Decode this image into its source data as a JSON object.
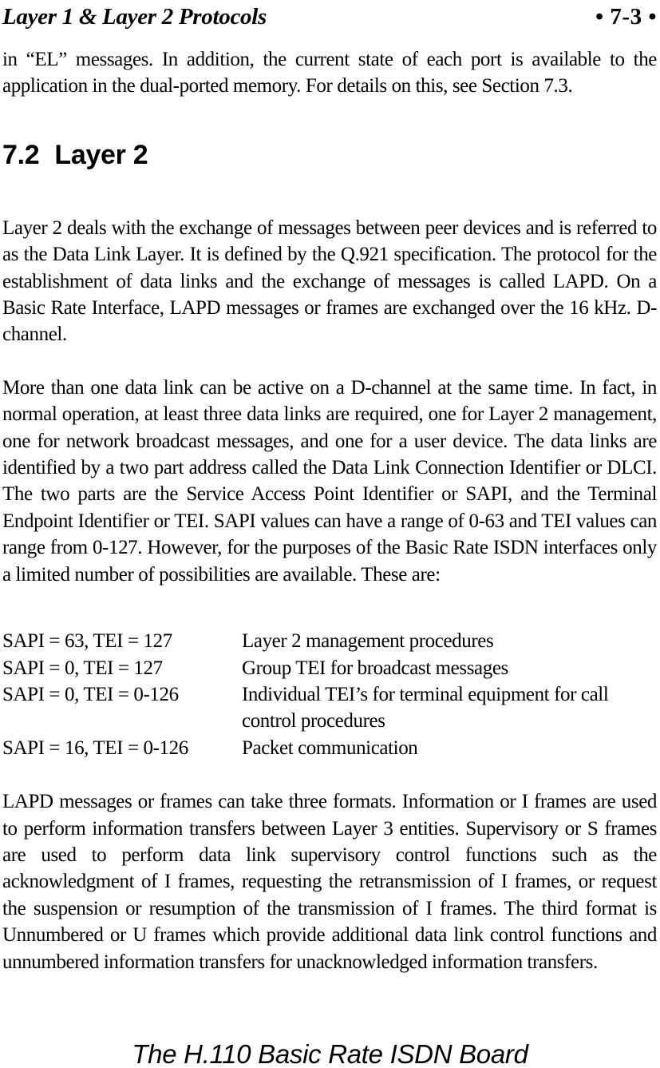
{
  "header": {
    "title": "Layer 1 & Layer 2 Protocols",
    "page_number": "• 7-3 •"
  },
  "paragraphs": {
    "p1": "in “EL” messages.  In addition, the current state of each port is available to the application in the dual-ported memory.  For details on this, see Section 7.3.",
    "p2": "Layer 2 deals with the exchange of messages between peer devices and is referred to as the Data Link Layer. It is defined by the Q.921 specification. The protocol for the establishment of data links and the exchange of messages is called LAPD.  On a Basic Rate Interface, LAPD messages or frames are exchanged over the 16 kHz. D-channel.",
    "p3": "More than one data link can be active on a D-channel at the same time.  In fact, in normal operation, at least three data links are required, one for Layer 2 management, one for network broadcast messages, and one for a user device.  The data links are identified by a two part address called the Data Link Connection Identifier or DLCI.  The two parts are the Service Access Point Identifier or SAPI, and the Terminal Endpoint Identifier or TEI.  SAPI values can have a range of 0-63 and TEI values can range from 0-127.  However, for the purposes of the Basic Rate ISDN interfaces only a limited number of possibilities are available.  These are:",
    "p4": "LAPD messages or frames can take three formats.  Information or I frames are used to perform information transfers between Layer 3 entities. Supervisory or S frames are used to perform data link supervisory control functions such as the acknowledgment of I frames, requesting the retransmission of I frames, or request the suspension or resumption of the transmission of I frames.  The third format is Unnumbered or U frames which provide additional data link control functions and unnumbered information transfers for unacknowledged information transfers."
  },
  "section": {
    "number": "7.2",
    "label": "Layer 2"
  },
  "sapi_table": {
    "rows": [
      {
        "key": "SAPI = 63, TEI = 127",
        "value": "Layer 2 management procedures"
      },
      {
        "key": "SAPI = 0, TEI = 127",
        "value": "Group TEI for broadcast messages"
      },
      {
        "key": "SAPI = 0, TEI = 0-126",
        "value": "Individual TEI’s for terminal equipment for call control procedures"
      },
      {
        "key": "SAPI = 16, TEI = 0-126",
        "value": "Packet communication"
      }
    ]
  },
  "footer": {
    "title": "The H.110 Basic Rate ISDN Board"
  },
  "colors": {
    "page_background": "#ffffff",
    "text": "#000000"
  }
}
